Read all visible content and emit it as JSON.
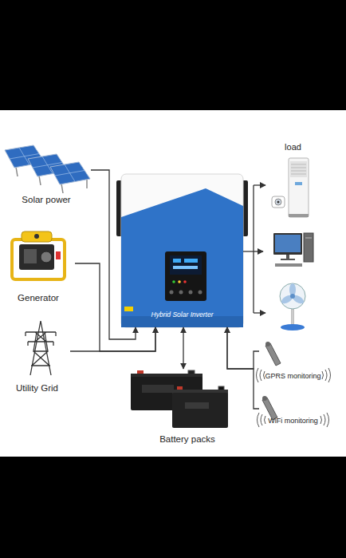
{
  "diagram": {
    "nodes": [
      {
        "text": [
          "Solar power"
        ]
      },
      {
        "text": [
          "Generator"
        ]
      },
      {
        "text": [
          "Utility Grid"
        ]
      },
      {
        "text": [
          "Hybrid Solar Inverter"
        ]
      },
      {
        "text": [
          "load"
        ]
      },
      {
        "text": [
          "Battery packs"
        ]
      },
      {
        "text": [
          "GPRS monitoring"
        ]
      },
      {
        "text": [
          "WiFi monitoring"
        ]
      }
    ],
    "edges": [
      {
        "from": 0,
        "to": 3,
        "arrow": "to"
      },
      {
        "from": 1,
        "to": 3,
        "arrow": "to"
      },
      {
        "from": 2,
        "to": 3,
        "arrow": "to"
      },
      {
        "from": 3,
        "to": 4,
        "arrow": "to"
      },
      {
        "from": 3,
        "to": 5,
        "arrow": "both"
      },
      {
        "from": 6,
        "to": 3,
        "arrow": "to"
      },
      {
        "from": 7,
        "to": 3,
        "arrow": "to"
      }
    ]
  }
}
